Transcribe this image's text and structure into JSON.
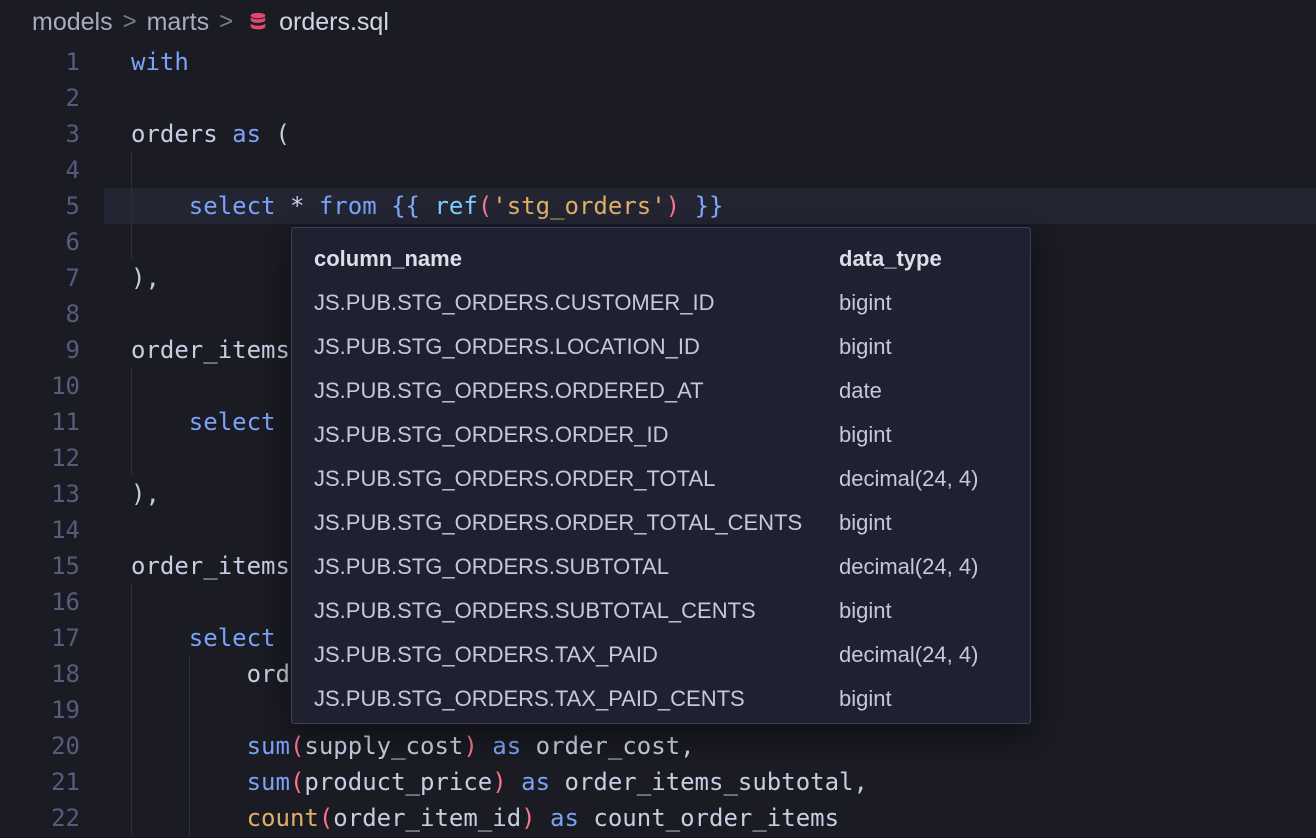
{
  "breadcrumb": {
    "path": [
      "models",
      "marts"
    ],
    "separator": ">",
    "file_name": "orders.sql",
    "file_icon": "database-icon"
  },
  "colors": {
    "editor_bg": "#1a1b23",
    "current_line_bg": "#232533",
    "indent_guide": "#2d2f3e",
    "line_number": "#565d7c",
    "breadcrumb_fg": "#a6abbf",
    "breadcrumb_file_fg": "#d2d6e4",
    "breadcrumb_separator_fg": "#787e93",
    "file_icon": "#e1486e",
    "popup_bg": "#1f2130",
    "popup_border": "#3e4156",
    "popup_header_fg": "#dcdfea",
    "popup_row_fg": "#c4c9da",
    "syntax": {
      "kw": "#7aa2f7",
      "id": "#c8cde2",
      "fn": "#7dcfff",
      "jinja": "#82aaff",
      "str": "#e0af68",
      "punct": "#f7768e",
      "gold": "#e0af68"
    }
  },
  "editor": {
    "current_line": 5,
    "lines": [
      {
        "n": 1,
        "guides": [],
        "tokens": [
          {
            "t": "with",
            "c": "kw"
          }
        ]
      },
      {
        "n": 2,
        "guides": [],
        "tokens": []
      },
      {
        "n": 3,
        "guides": [],
        "tokens": [
          {
            "t": "orders ",
            "c": "id"
          },
          {
            "t": "as",
            "c": "kw"
          },
          {
            "t": " (",
            "c": "id"
          }
        ]
      },
      {
        "n": 4,
        "guides": [
          0
        ],
        "tokens": []
      },
      {
        "n": 5,
        "guides": [
          0
        ],
        "tokens": [
          {
            "t": "    ",
            "c": "id"
          },
          {
            "t": "select",
            "c": "kw"
          },
          {
            "t": " * ",
            "c": "id"
          },
          {
            "t": "from",
            "c": "kw"
          },
          {
            "t": " ",
            "c": "id"
          },
          {
            "t": "{{ ",
            "c": "jinja"
          },
          {
            "t": "ref",
            "c": "fn"
          },
          {
            "t": "(",
            "c": "punct"
          },
          {
            "t": "'stg_orders'",
            "c": "str"
          },
          {
            "t": ")",
            "c": "punct"
          },
          {
            "t": " }}",
            "c": "jinja"
          }
        ]
      },
      {
        "n": 6,
        "guides": [
          0
        ],
        "tokens": []
      },
      {
        "n": 7,
        "guides": [],
        "tokens": [
          {
            "t": "),",
            "c": "id"
          }
        ]
      },
      {
        "n": 8,
        "guides": [],
        "tokens": []
      },
      {
        "n": 9,
        "guides": [],
        "tokens": [
          {
            "t": "order_items",
            "c": "id"
          }
        ]
      },
      {
        "n": 10,
        "guides": [
          0
        ],
        "tokens": []
      },
      {
        "n": 11,
        "guides": [
          0
        ],
        "tokens": [
          {
            "t": "    ",
            "c": "id"
          },
          {
            "t": "select",
            "c": "kw"
          }
        ]
      },
      {
        "n": 12,
        "guides": [
          0
        ],
        "tokens": []
      },
      {
        "n": 13,
        "guides": [],
        "tokens": [
          {
            "t": "),",
            "c": "id"
          }
        ]
      },
      {
        "n": 14,
        "guides": [],
        "tokens": []
      },
      {
        "n": 15,
        "guides": [],
        "tokens": [
          {
            "t": "order_items",
            "c": "id"
          }
        ]
      },
      {
        "n": 16,
        "guides": [
          0
        ],
        "tokens": []
      },
      {
        "n": 17,
        "guides": [
          0
        ],
        "tokens": [
          {
            "t": "    ",
            "c": "id"
          },
          {
            "t": "select",
            "c": "kw"
          }
        ]
      },
      {
        "n": 18,
        "guides": [
          0,
          1
        ],
        "tokens": [
          {
            "t": "        ",
            "c": "id"
          },
          {
            "t": "ord",
            "c": "id"
          }
        ]
      },
      {
        "n": 19,
        "guides": [
          0,
          1
        ],
        "tokens": []
      },
      {
        "n": 20,
        "guides": [
          0,
          1
        ],
        "tokens": [
          {
            "t": "        ",
            "c": "id"
          },
          {
            "t": "sum",
            "c": "kw"
          },
          {
            "t": "(",
            "c": "punct"
          },
          {
            "t": "supply_cost",
            "c": "id"
          },
          {
            "t": ")",
            "c": "punct"
          },
          {
            "t": " ",
            "c": "id"
          },
          {
            "t": "as",
            "c": "kw"
          },
          {
            "t": " order_cost,",
            "c": "id"
          }
        ]
      },
      {
        "n": 21,
        "guides": [
          0,
          1
        ],
        "tokens": [
          {
            "t": "        ",
            "c": "id"
          },
          {
            "t": "sum",
            "c": "kw"
          },
          {
            "t": "(",
            "c": "punct"
          },
          {
            "t": "product_price",
            "c": "id"
          },
          {
            "t": ")",
            "c": "punct"
          },
          {
            "t": " ",
            "c": "id"
          },
          {
            "t": "as",
            "c": "kw"
          },
          {
            "t": " order_items_subtotal,",
            "c": "id"
          }
        ]
      },
      {
        "n": 22,
        "guides": [
          0,
          1
        ],
        "tokens": [
          {
            "t": "        ",
            "c": "id"
          },
          {
            "t": "count",
            "c": "gold"
          },
          {
            "t": "(",
            "c": "punct"
          },
          {
            "t": "order_item_id",
            "c": "id"
          },
          {
            "t": ")",
            "c": "punct"
          },
          {
            "t": " ",
            "c": "id"
          },
          {
            "t": "as",
            "c": "kw"
          },
          {
            "t": " count_order_items",
            "c": "id"
          }
        ]
      }
    ]
  },
  "popup": {
    "headers": [
      "column_name",
      "data_type"
    ],
    "rows": [
      [
        "JS.PUB.STG_ORDERS.CUSTOMER_ID",
        "bigint"
      ],
      [
        "JS.PUB.STG_ORDERS.LOCATION_ID",
        "bigint"
      ],
      [
        "JS.PUB.STG_ORDERS.ORDERED_AT",
        "date"
      ],
      [
        "JS.PUB.STG_ORDERS.ORDER_ID",
        "bigint"
      ],
      [
        "JS.PUB.STG_ORDERS.ORDER_TOTAL",
        "decimal(24, 4)"
      ],
      [
        "JS.PUB.STG_ORDERS.ORDER_TOTAL_CENTS",
        "bigint"
      ],
      [
        "JS.PUB.STG_ORDERS.SUBTOTAL",
        "decimal(24, 4)"
      ],
      [
        "JS.PUB.STG_ORDERS.SUBTOTAL_CENTS",
        "bigint"
      ],
      [
        "JS.PUB.STG_ORDERS.TAX_PAID",
        "decimal(24, 4)"
      ],
      [
        "JS.PUB.STG_ORDERS.TAX_PAID_CENTS",
        "bigint"
      ]
    ]
  }
}
